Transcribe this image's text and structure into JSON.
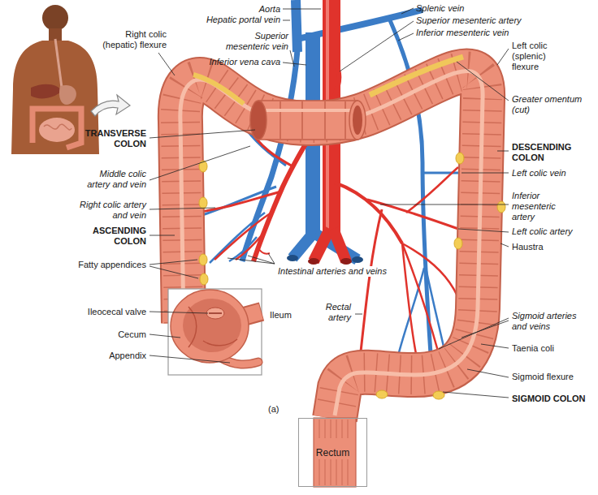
{
  "diagram": {
    "nodes": [
      {
        "text": [
          "Rectum"
        ]
      }
    ],
    "labels": [
      "Aorta",
      "Hepatic portal vein",
      "Splenic vein",
      "Superior mesenteric artery",
      "Right colic (hepatic) flexure",
      "Superior mesenteric vein",
      "Inferior vena cava",
      "Inferior mesenteric vein",
      "Left colic (splenic) flexure",
      "Greater omentum (cut)",
      "TRANSVERSE COLON",
      "DESCENDING COLON",
      "Middle colic artery and vein",
      "Left colic vein",
      "Right colic artery and vein",
      "ASCENDING COLON",
      "Inferior mesenteric artery",
      "Left colic artery",
      "Haustra",
      "Fatty appendices",
      "Intestinal arteries and veins",
      "Ileocecal valve",
      "Ileum",
      "Rectal artery",
      "Cecum",
      "Sigmoid arteries and veins",
      "Appendix",
      "Taenia coli",
      "Sigmoid flexure",
      "SIGMOID COLON",
      "(a)"
    ]
  }
}
